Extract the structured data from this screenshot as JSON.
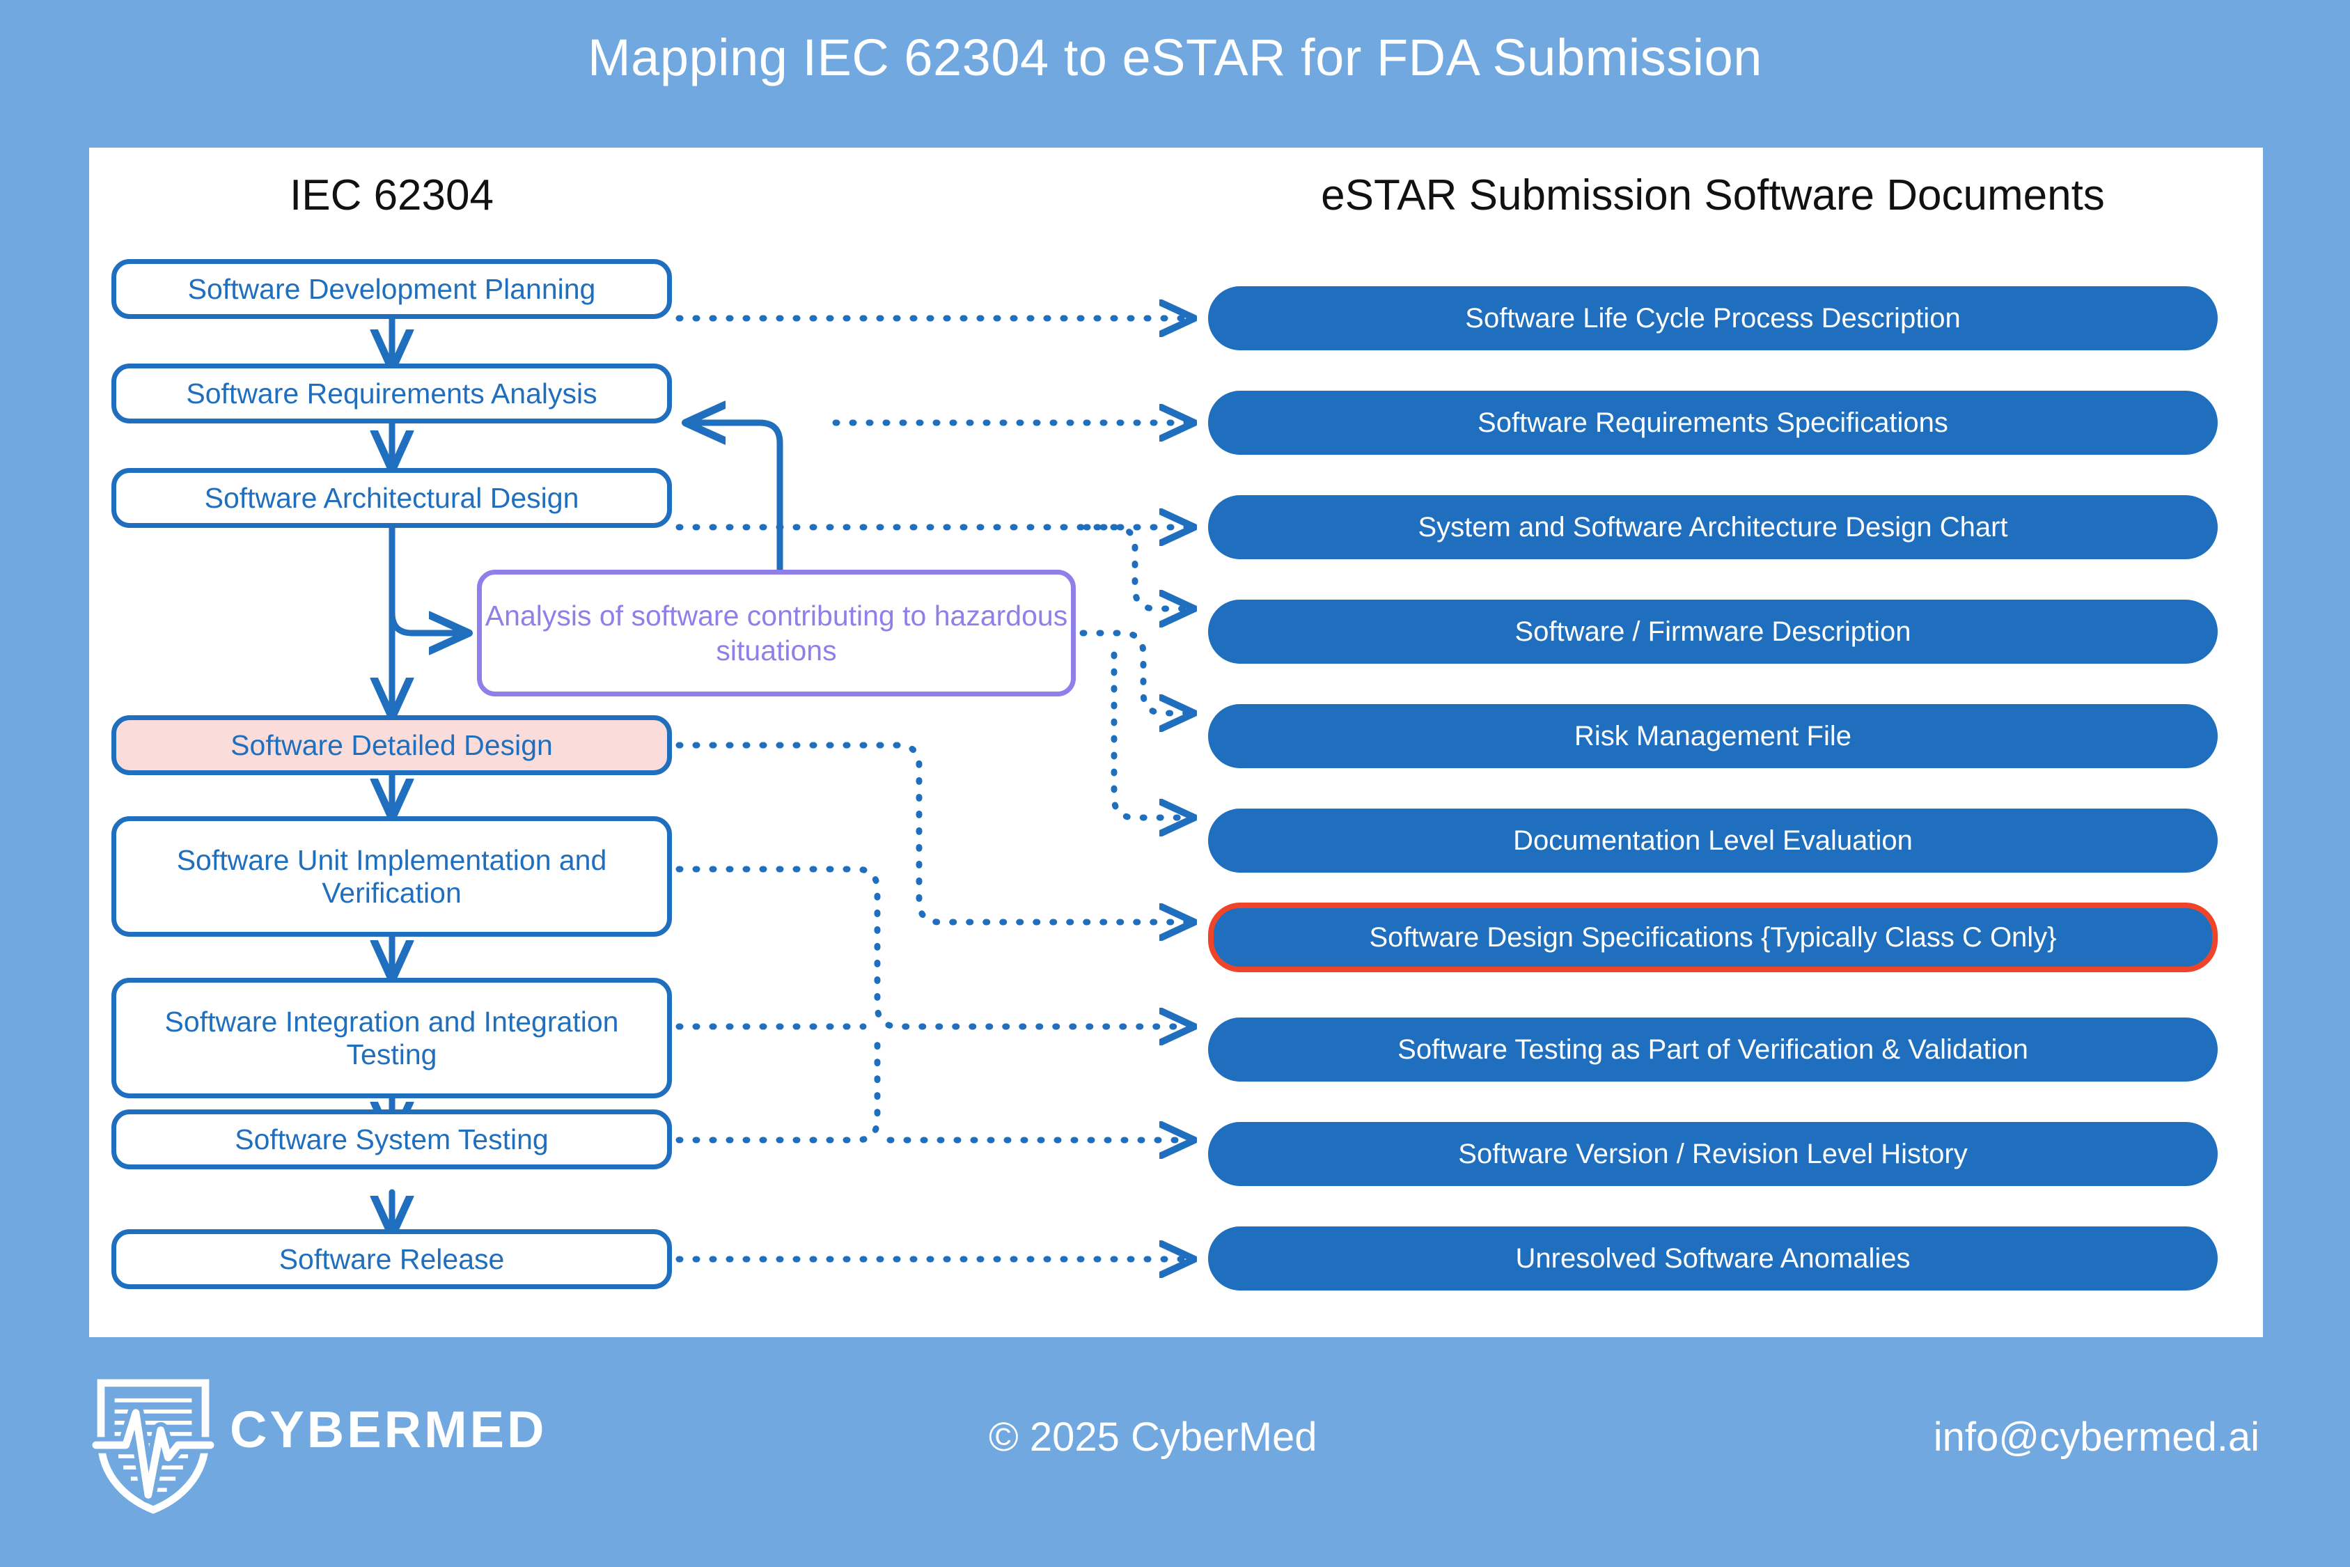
{
  "title": "Mapping IEC 62304 to eSTAR for FDA Submission",
  "columns": {
    "left_heading": "IEC 62304",
    "right_heading": "eSTAR Submission Software Documents"
  },
  "iec_processes": [
    {
      "label": "Software Development Planning",
      "style": "default"
    },
    {
      "label": "Software Requirements Analysis",
      "style": "default"
    },
    {
      "label": "Software Architectural Design",
      "style": "default"
    },
    {
      "label": "Software Detailed Design",
      "style": "highlight"
    },
    {
      "label": "Software Unit Implementation and Verification",
      "style": "default"
    },
    {
      "label": "Software Integration and Integration Testing",
      "style": "default"
    },
    {
      "label": "Software System Testing",
      "style": "default"
    },
    {
      "label": "Software Release",
      "style": "default"
    }
  ],
  "hazard_note": {
    "label": "Analysis of software contributing to hazardous situations"
  },
  "estar_documents": [
    {
      "label": "Software Life Cycle Process Description",
      "flagged": false
    },
    {
      "label": "Software Requirements Specifications",
      "flagged": false
    },
    {
      "label": "System and Software Architecture Design Chart",
      "flagged": false
    },
    {
      "label": "Software / Firmware Description",
      "flagged": false
    },
    {
      "label": "Risk Management File",
      "flagged": false
    },
    {
      "label": "Documentation Level Evaluation",
      "flagged": false
    },
    {
      "label": "Software Design Specifications {Typically Class C Only}",
      "flagged": true
    },
    {
      "label": "Software Testing as Part of Verification & Validation",
      "flagged": false
    },
    {
      "label": "Software Version / Revision Level History",
      "flagged": false
    },
    {
      "label": "Unresolved Software Anomalies",
      "flagged": false
    }
  ],
  "footer": {
    "brand": "CYBERMED",
    "copyright": "© 2025 CyberMed",
    "email": "info@cybermed.ai",
    "logo_icon": "shield-ekg-logo"
  },
  "colors": {
    "background": "#71a8e0",
    "panel": "#ffffff",
    "primary_blue": "#1f6fbe",
    "highlight_pink": "#fadcdb",
    "hazard_purple": "#8f7fe8",
    "flag_red": "#ee4429",
    "text_white": "#ffffff"
  }
}
